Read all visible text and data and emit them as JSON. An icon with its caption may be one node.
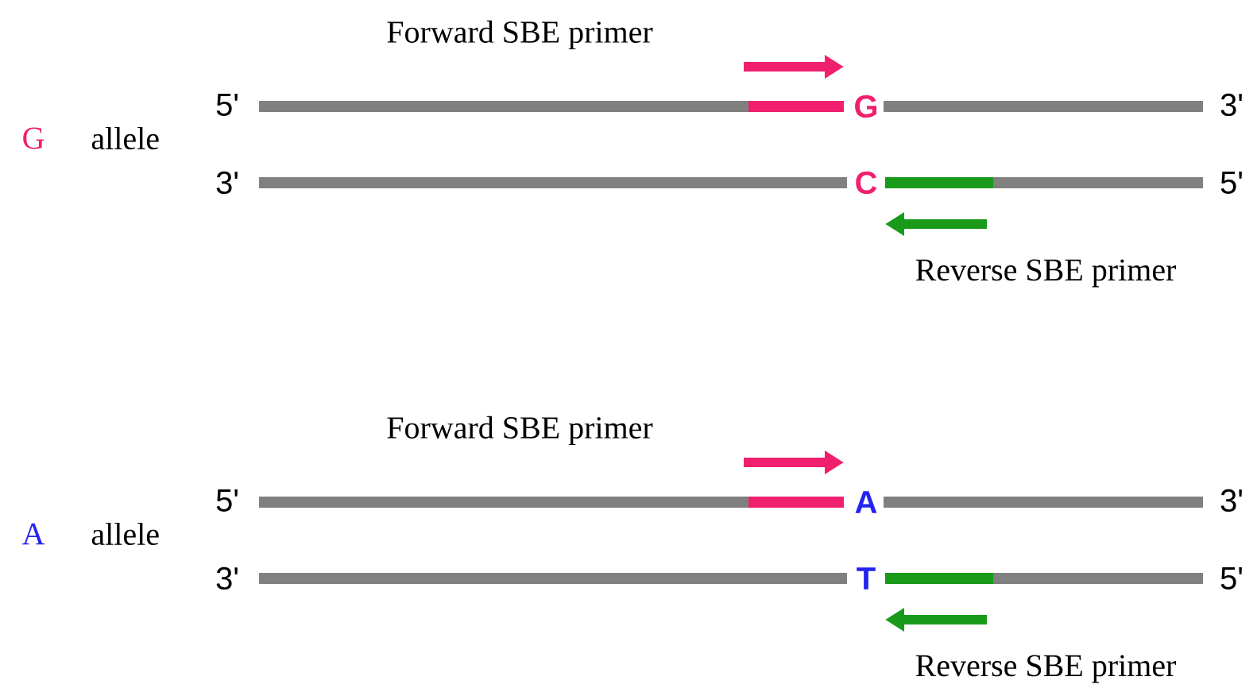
{
  "diagram": {
    "labels": [
      "Forward SBE primer",
      "G",
      "allele",
      "5'",
      "G",
      "3'",
      "3'",
      "C",
      "5'",
      "Reverse SBE primer",
      "Forward SBE primer",
      "A",
      "allele",
      "5'",
      "A",
      "3'",
      "3'",
      "T",
      "5'",
      "Reverse SBE primer"
    ]
  }
}
